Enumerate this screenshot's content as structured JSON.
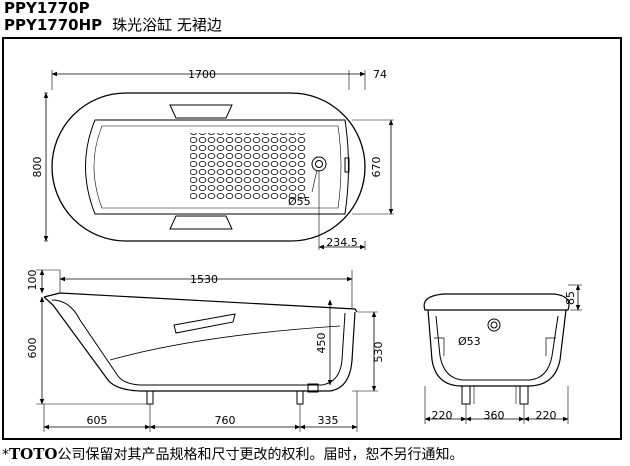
{
  "title_line1": "PPY1770P",
  "title_line2_model": "PPY1770HP",
  "title_line2_desc": "珠光浴缸  无裙边",
  "footer": {
    "asterisk": "*",
    "brand": "TOTO",
    "notice": "公司保留对其产品规格和尺寸更改的权利。届时，恕不另行通知。"
  },
  "top_view": {
    "dim_length": "1700",
    "dim_rim": "74",
    "dim_width": "800",
    "dim_inner_width": "670",
    "dim_drain_offset": "234.5",
    "drain_label": "Ø55"
  },
  "side_view": {
    "dim_top": "100",
    "dim_inner_length": "1530",
    "dim_height": "600",
    "dim_depth": "450",
    "dim_inner_height": "530",
    "dim_left": "605",
    "dim_mid": "760",
    "dim_right": "335"
  },
  "end_view": {
    "dim_rim": "85",
    "drain_label": "Ø53",
    "dim_left": "220",
    "dim_mid": "360",
    "dim_right": "220"
  }
}
